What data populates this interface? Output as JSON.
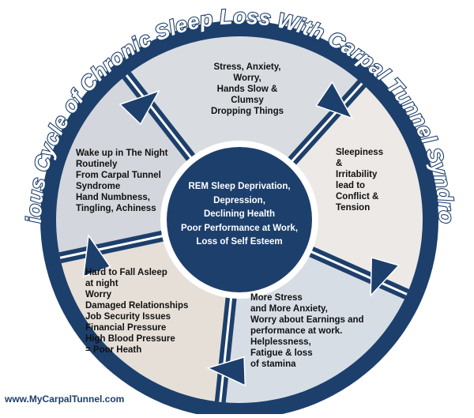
{
  "title": "Vicious Cycle of Chronic Sleep Loss With Carpal Tunnel Syndrome",
  "center": {
    "lines": [
      "REM Sleep Deprivation,",
      "Depression,",
      "Declining Health",
      "Poor Performance at Work,",
      "Loss of Self Esteem"
    ]
  },
  "segments": [
    {
      "id": "top",
      "lines": [
        "Stress, Anxiety,",
        "Worry,",
        "Hands Slow &",
        "Clumsy",
        "Dropping Things"
      ]
    },
    {
      "id": "right",
      "lines": [
        "Sleepiness",
        "&",
        "Irritability",
        "lead to",
        "Conflict &",
        "Tension"
      ]
    },
    {
      "id": "bottom-right",
      "lines": [
        "More Stress",
        "and More Anxiety,",
        "Worry about Earnings and",
        "performance at work.",
        "Helplessness,",
        "Fatigue & loss",
        "of stamina"
      ]
    },
    {
      "id": "bottom-left",
      "lines": [
        "Hard to Fall Asleep",
        "at night",
        "Worry",
        "Damaged Relationships",
        "Job Security Issues",
        "Financial Pressure",
        "High Blood Pressure",
        "= Poor Heath"
      ]
    },
    {
      "id": "left",
      "lines": [
        "Wake up in The Night",
        "Routinely",
        "From Carpal Tunnel",
        "Syndrome",
        "Hand Numbness,",
        "Tingling, Achiness"
      ]
    }
  ],
  "footer": "www.MyCarpalTunnel.com",
  "colors": {
    "ring": "#1d3f6b",
    "ring_light": "#2c5a8e",
    "divider": "#ffffff",
    "panel_top": "#d9dde2",
    "panel_right": "#ece9e6",
    "panel_bottom_right": "#d7dde5",
    "panel_bottom_left": "#e6dfd8",
    "panel_left": "#d3d6dc",
    "title_fill": "#ffffff",
    "title_stroke": "#1d3f6b"
  }
}
